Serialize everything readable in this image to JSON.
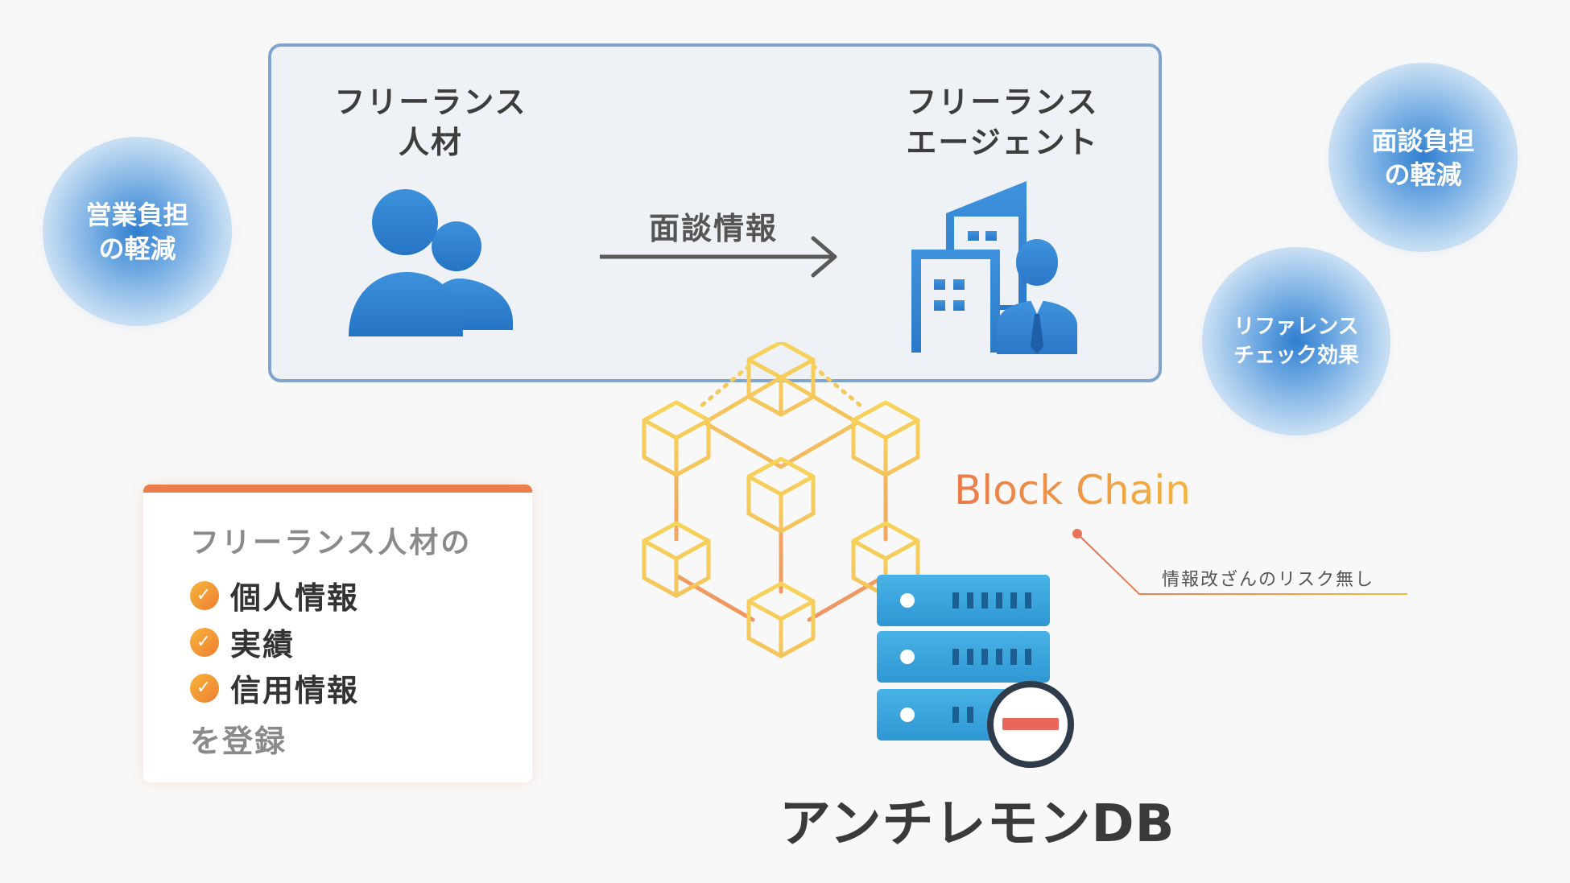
{
  "flow": {
    "source_label": [
      "フリーランス",
      "人材"
    ],
    "target_label": [
      "フリーランス",
      "エージェント"
    ],
    "arrow_label": "面談情報",
    "source_icon": "people-icon",
    "target_icon": "office-building-person-icon"
  },
  "bubbles": {
    "left": [
      "営業負担",
      "の軽減"
    ],
    "right_top": [
      "面談負担",
      "の軽減"
    ],
    "right_middle": [
      "リファレンス",
      "チェック効果"
    ]
  },
  "card": {
    "intro": "フリーランス人材の",
    "items": [
      "個人情報",
      "実績",
      "信用情報"
    ],
    "outro": "を登録",
    "accent_color": "#ea7d4a"
  },
  "blockchain": {
    "title": "Block Chain",
    "note": "情報改ざんのリスク無し",
    "gradient": [
      "#ea7a4c",
      "#f4b43e"
    ]
  },
  "database": {
    "title": "アンチレモンDB",
    "icon": "server-blocked-icon"
  },
  "colors": {
    "blue": "#2f7fd0",
    "box_border": "#7fa5cf",
    "server": "#3aa6dd",
    "minus_red": "#e8675a"
  }
}
